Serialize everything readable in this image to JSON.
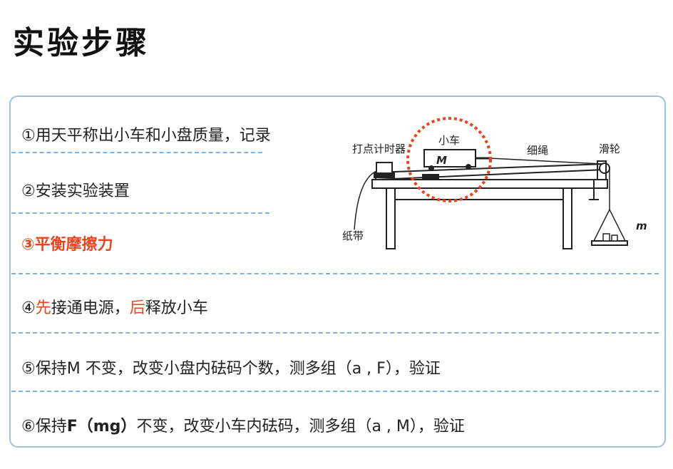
{
  "title": "实验步骤",
  "steps": [
    {
      "text": "①用天平称出小车和小盘质量，记录"
    },
    {
      "text": "②安装实验装置"
    },
    {
      "text": "③平衡摩擦力"
    },
    {
      "prefix": "④",
      "first": "先",
      "mid": "接通电源，",
      "then": "后",
      "rest": "释放小车"
    },
    {
      "text": "⑤保持M 不变，改变小盘内砝码个数，测多组（a , F），验证"
    },
    {
      "prefix": "⑥保持",
      "bold": "F（mg）",
      "rest": "不变，改变小车内砝码，测多组（a , M），验证"
    }
  ],
  "diagram": {
    "labels": {
      "timer": "打点计时器",
      "cart": "小车",
      "cart_mass": "M",
      "string": "细绳",
      "pulley": "滑轮",
      "tape": "纸带",
      "hanging_mass": "m"
    },
    "colors": {
      "highlight": "#e6461f",
      "separator": "#7fb2dd",
      "panel_border": "#9cc2e0"
    }
  }
}
